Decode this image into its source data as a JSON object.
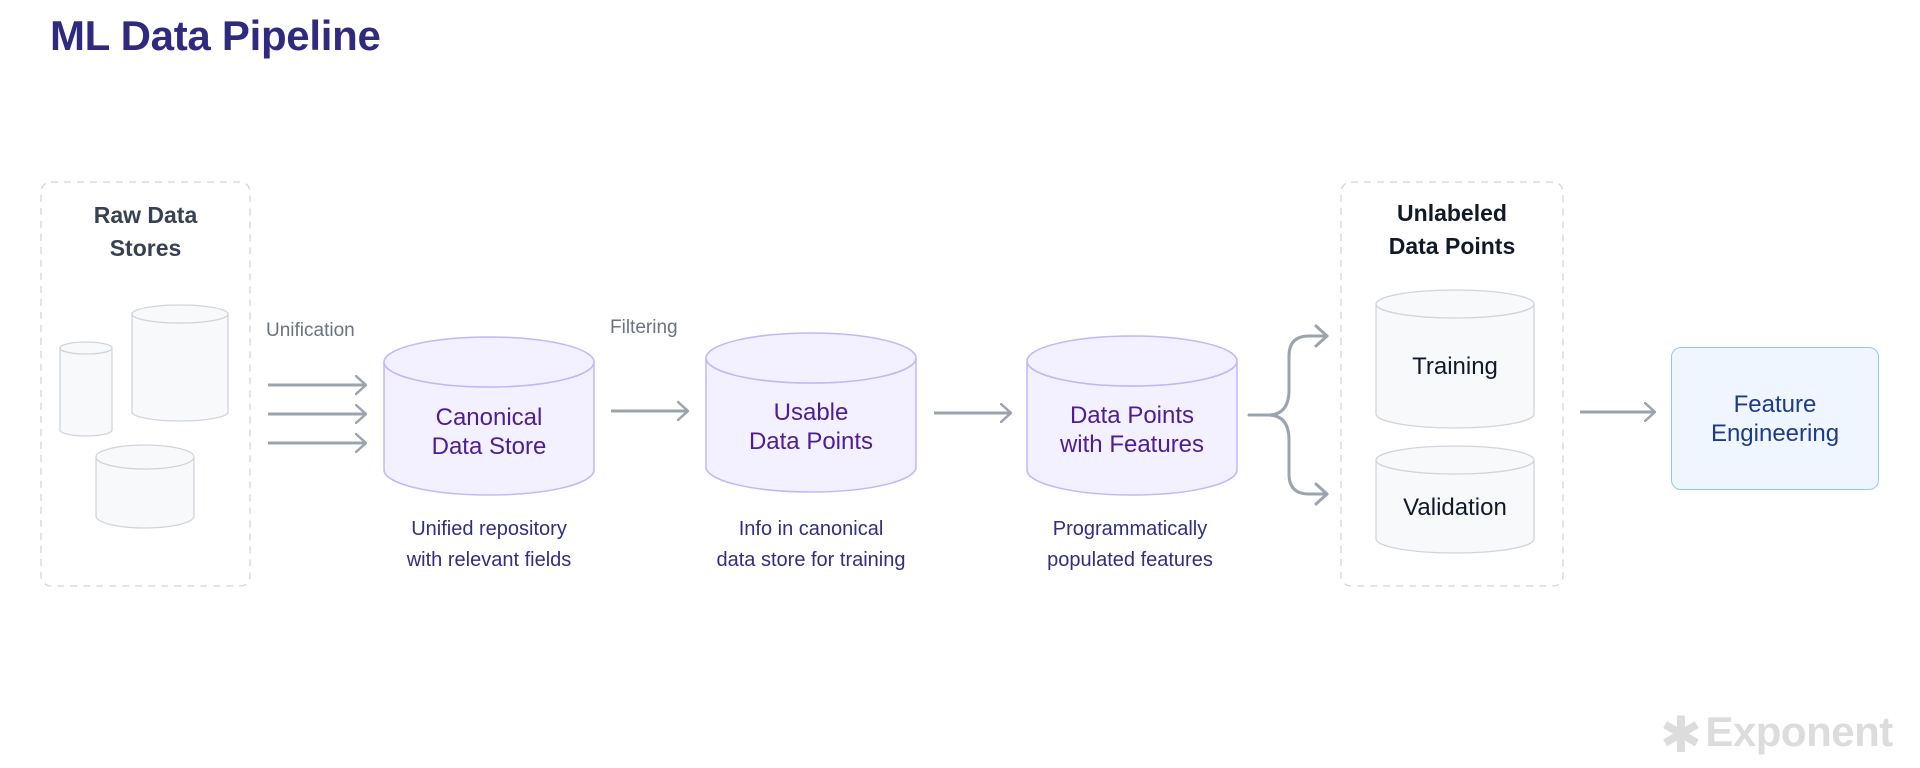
{
  "title": "ML Data Pipeline",
  "colors": {
    "title": "#2f2a80",
    "arrow": "#9ca3af",
    "purple_fill": "#f3f0ff",
    "purple_stroke": "#c4b5fd",
    "grey_fill": "#f8f9fb",
    "grey_stroke": "#d1d5db",
    "feature_box_fill": "#eff6ff",
    "feature_box_stroke": "#93c5fd"
  },
  "groups": {
    "raw": {
      "title_line1": "Raw Data",
      "title_line2": "Stores"
    },
    "unlabeled": {
      "title_line1": "Unlabeled",
      "title_line2": "Data Points"
    }
  },
  "edges": {
    "unification": "Unification",
    "filtering": "Filtering"
  },
  "stages": [
    {
      "line1": "Canonical",
      "line2": "Data Store",
      "caption1": "Unified repository",
      "caption2": "with relevant fields"
    },
    {
      "line1": "Usable",
      "line2": "Data Points",
      "caption1": "Info in canonical",
      "caption2": "data store for training"
    },
    {
      "line1": "Data Points",
      "line2": "with Features",
      "caption1": "Programmatically",
      "caption2": "populated features"
    }
  ],
  "splits": [
    {
      "label": "Training"
    },
    {
      "label": "Validation"
    }
  ],
  "feature_engineering": {
    "line1": "Feature",
    "line2": "Engineering"
  },
  "logo": {
    "icon": "asterisk-icon",
    "text": "Exponent"
  }
}
